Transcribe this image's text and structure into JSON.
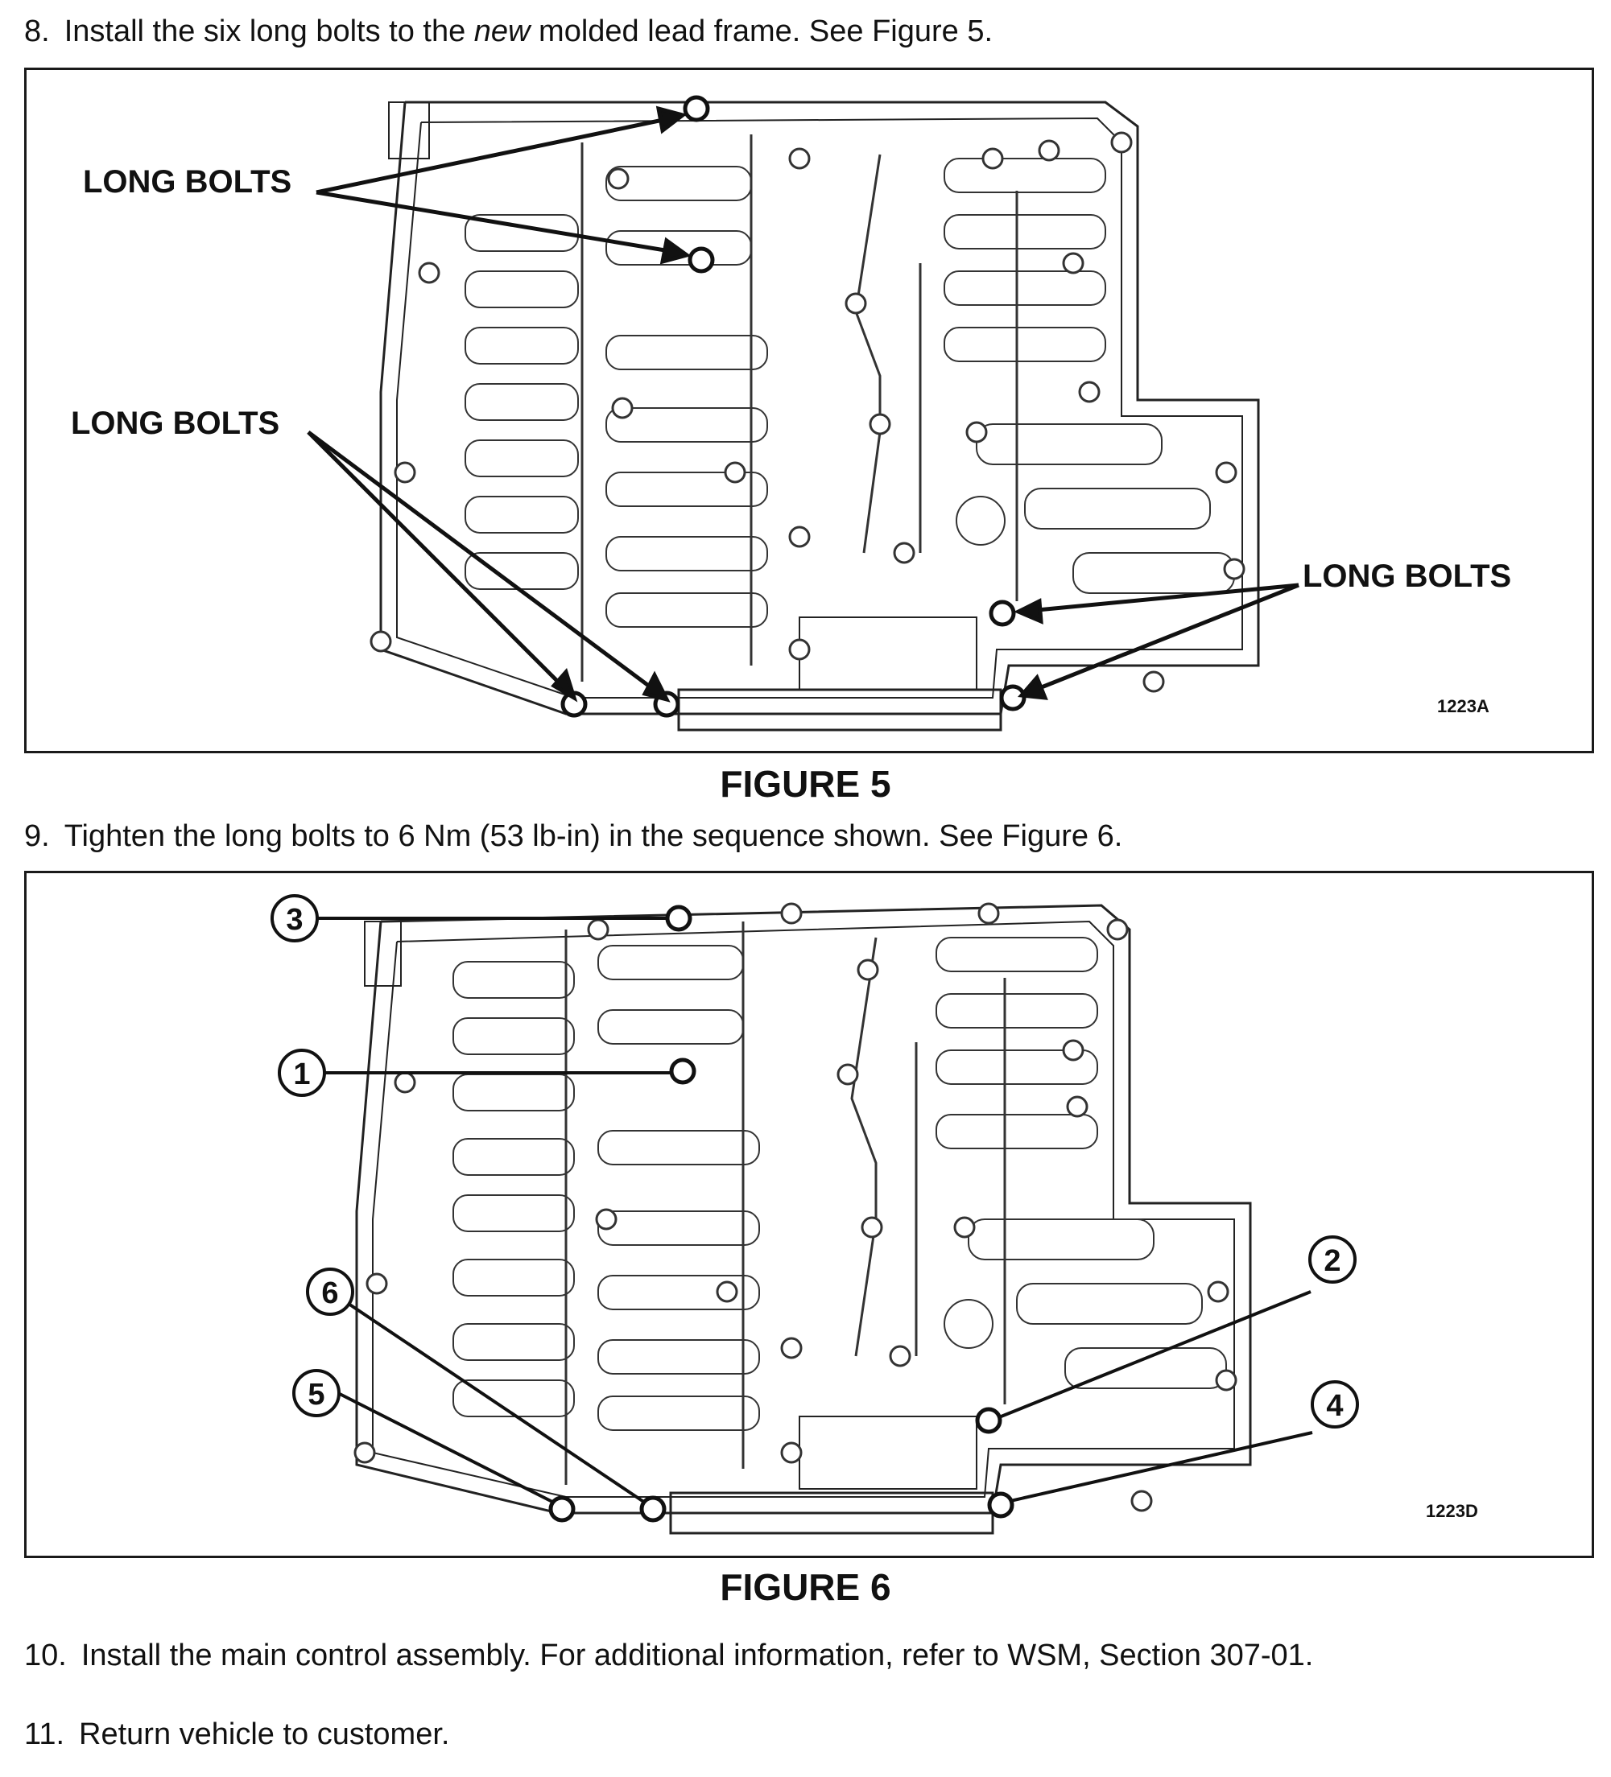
{
  "steps": [
    {
      "num": "8.",
      "pre": "Install the six long bolts to the ",
      "em": "new",
      "post": " molded lead frame.  See Figure 5."
    },
    {
      "num": "9.",
      "text": "Tighten the long bolts to 6 Nm (53 lb-in) in the sequence shown.  See Figure 6."
    },
    {
      "num": "10.",
      "text": "Install the main control assembly.  For additional information, refer to WSM, Section 307-01."
    },
    {
      "num": "11.",
      "text": "Return vehicle to customer."
    }
  ],
  "figure5": {
    "caption": "FIGURE 5",
    "code": "1223A",
    "callouts": [
      "LONG BOLTS",
      "LONG BOLTS",
      "LONG BOLTS"
    ]
  },
  "figure6": {
    "caption": "FIGURE 6",
    "code": "1223D",
    "sequence": [
      "3",
      "1",
      "6",
      "5",
      "2",
      "4"
    ]
  },
  "icons": {
    "valve-body": "valve-body-drawing",
    "bolt": "bolt-head-icon"
  }
}
